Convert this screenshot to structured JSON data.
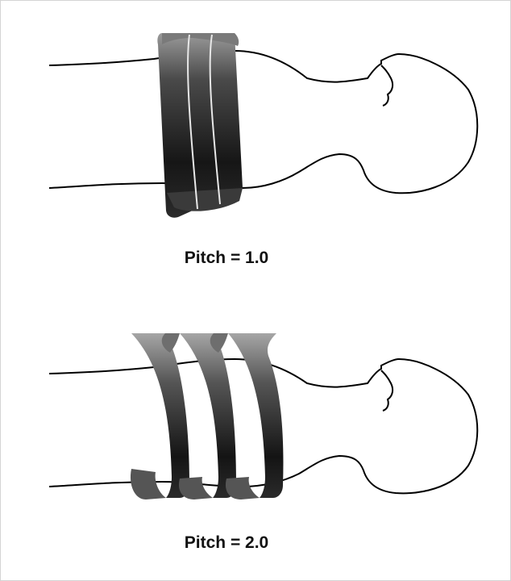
{
  "diagrams": [
    {
      "caption": "Pitch = 1.0",
      "pitch": 1.0
    },
    {
      "caption": "Pitch = 2.0",
      "pitch": 2.0
    }
  ],
  "colors": {
    "body_outline": "#000000",
    "helix_dark": "#1a1a1a",
    "helix_light": "#8c8c8c",
    "frame_border": "#d4d4d4"
  }
}
